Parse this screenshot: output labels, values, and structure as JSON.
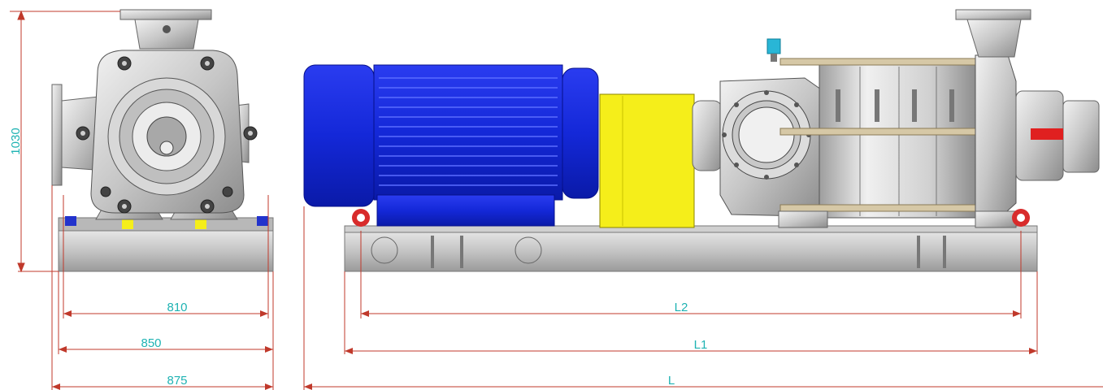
{
  "dimensions": {
    "height_1030": "1030",
    "width_810": "810",
    "width_850": "850",
    "width_875": "875",
    "length_L2": "L2",
    "length_L1": "L1",
    "length_L": "L"
  },
  "colors": {
    "dimension_line": "#c0392b",
    "dimension_text": "#1fb3b3",
    "motor": "#1a2fe0",
    "coupling_guard": "#f5ee1a",
    "baseplate": "#c8c8c8",
    "pump_body": "#bdbdbd",
    "lifting_eye": "#d82b2b",
    "shaft": "#e02020",
    "vent_valve": "#29b6d6"
  },
  "components": {
    "motor": "electric-motor",
    "coupling_guard": "coupling-guard",
    "pump": "multistage-centrifugal-pump",
    "baseplate": "baseplate",
    "front_view": "pump-front-view"
  }
}
